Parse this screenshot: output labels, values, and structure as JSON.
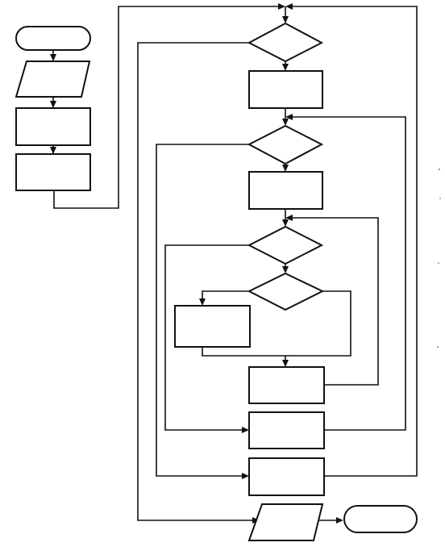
{
  "diagram": {
    "type": "flowchart",
    "colors": {
      "stroke": "#111111",
      "background": "#ffffff"
    },
    "nodes": [
      {
        "id": "start",
        "shape": "terminator",
        "text": ""
      },
      {
        "id": "input",
        "shape": "parallelogram",
        "text": ""
      },
      {
        "id": "process-1",
        "shape": "rectangle",
        "text": ""
      },
      {
        "id": "process-2",
        "shape": "rectangle",
        "text": ""
      },
      {
        "id": "decision-1",
        "shape": "diamond",
        "text": ""
      },
      {
        "id": "process-3",
        "shape": "rectangle",
        "text": ""
      },
      {
        "id": "decision-2",
        "shape": "diamond",
        "text": ""
      },
      {
        "id": "process-4",
        "shape": "rectangle",
        "text": ""
      },
      {
        "id": "decision-3",
        "shape": "diamond",
        "text": ""
      },
      {
        "id": "decision-4",
        "shape": "diamond",
        "text": ""
      },
      {
        "id": "process-5",
        "shape": "rectangle",
        "text": ""
      },
      {
        "id": "process-6",
        "shape": "rectangle",
        "text": ""
      },
      {
        "id": "process-7",
        "shape": "rectangle",
        "text": ""
      },
      {
        "id": "process-8",
        "shape": "rectangle",
        "text": ""
      },
      {
        "id": "output",
        "shape": "parallelogram",
        "text": ""
      },
      {
        "id": "end",
        "shape": "terminator",
        "text": ""
      }
    ]
  }
}
